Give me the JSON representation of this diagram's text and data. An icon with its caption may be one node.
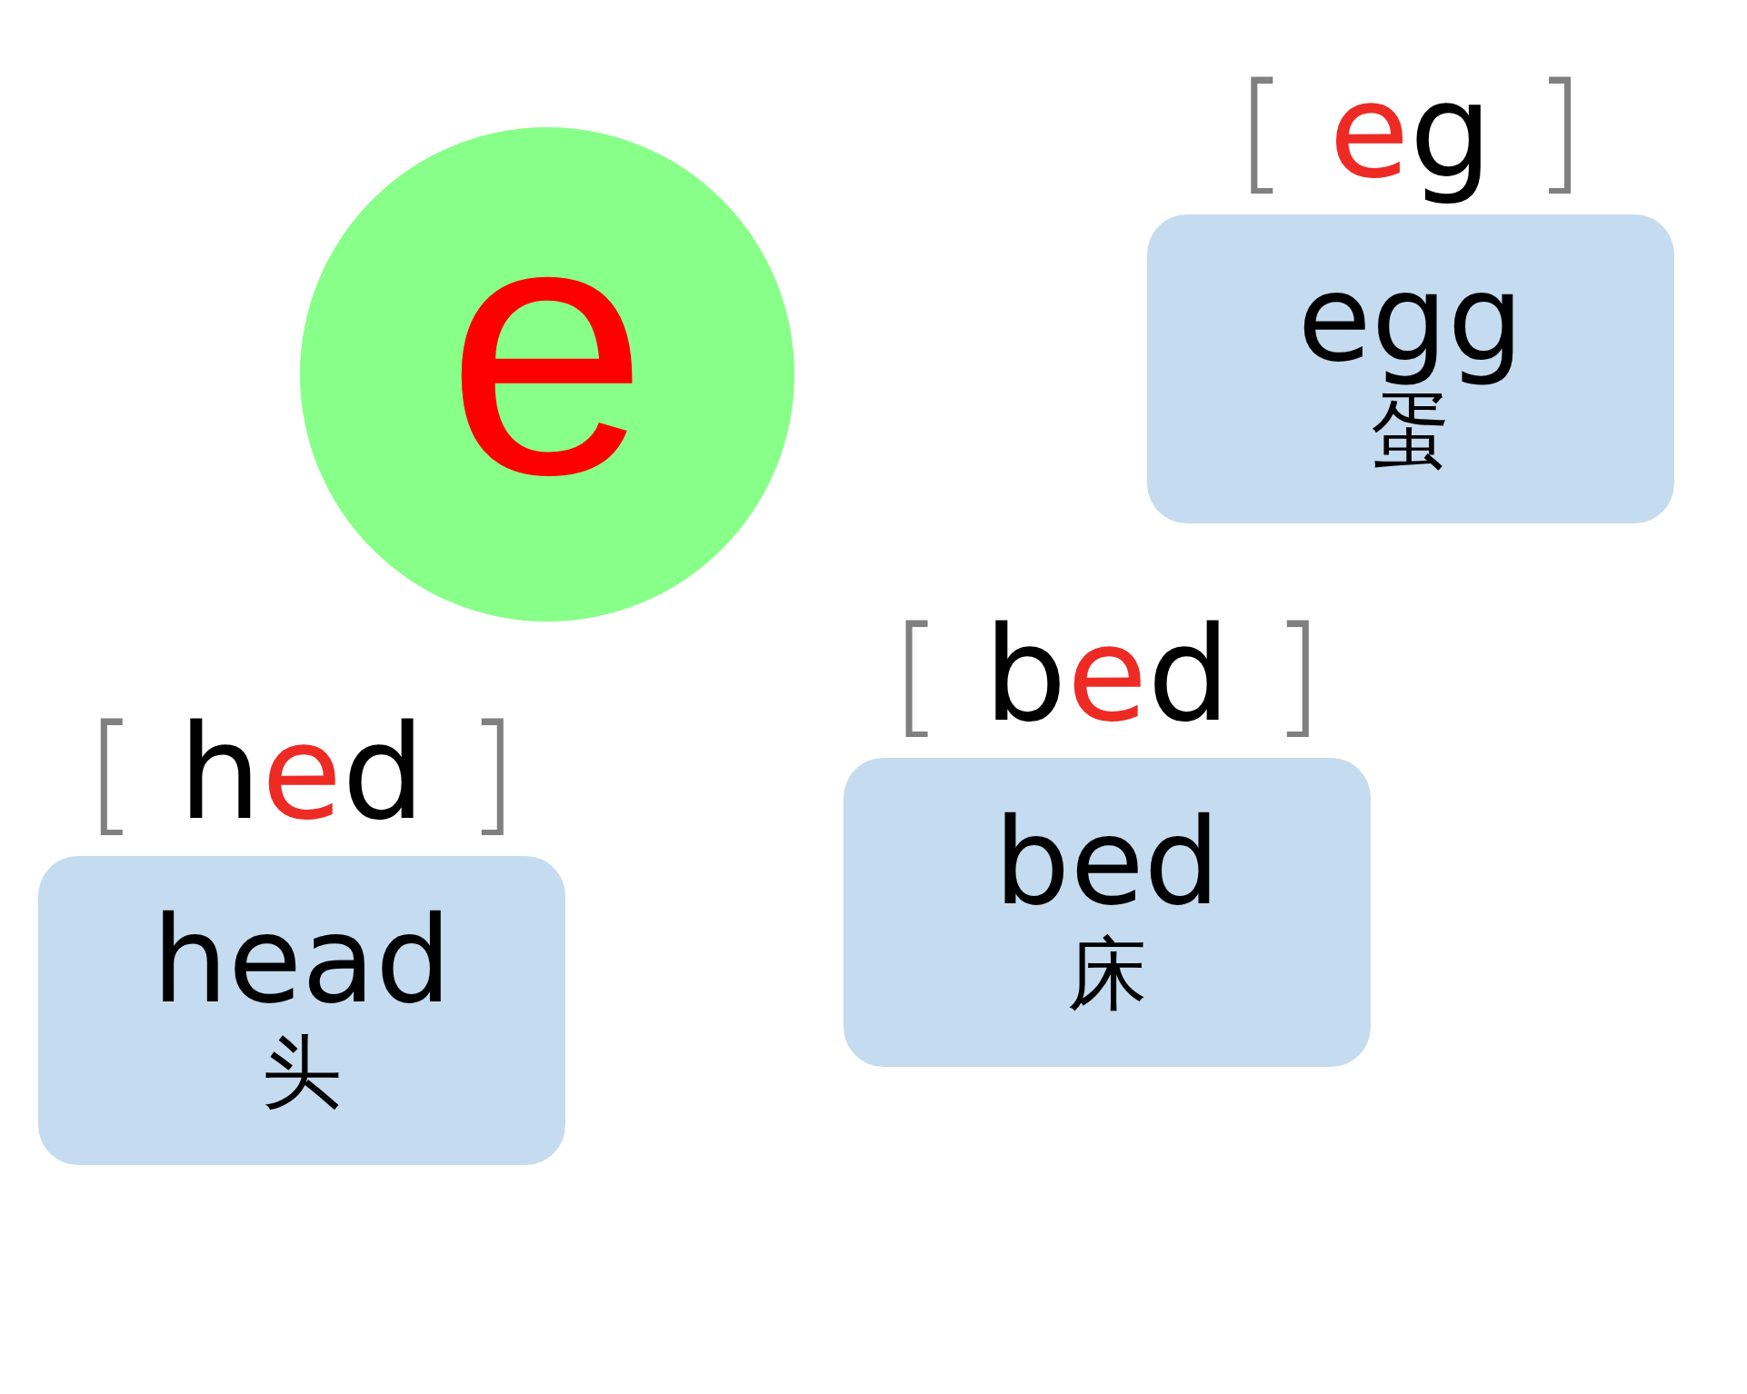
{
  "diagram": {
    "nodes": [
      {
        "text": [
          "e"
        ]
      },
      {
        "text": [
          "[ **e**g ]",
          "egg",
          "蛋"
        ]
      },
      {
        "text": [
          "[ b**e**d ]",
          "bed",
          "床"
        ]
      },
      {
        "text": [
          "[ h**e**d ]",
          "head",
          "头"
        ]
      }
    ]
  }
}
